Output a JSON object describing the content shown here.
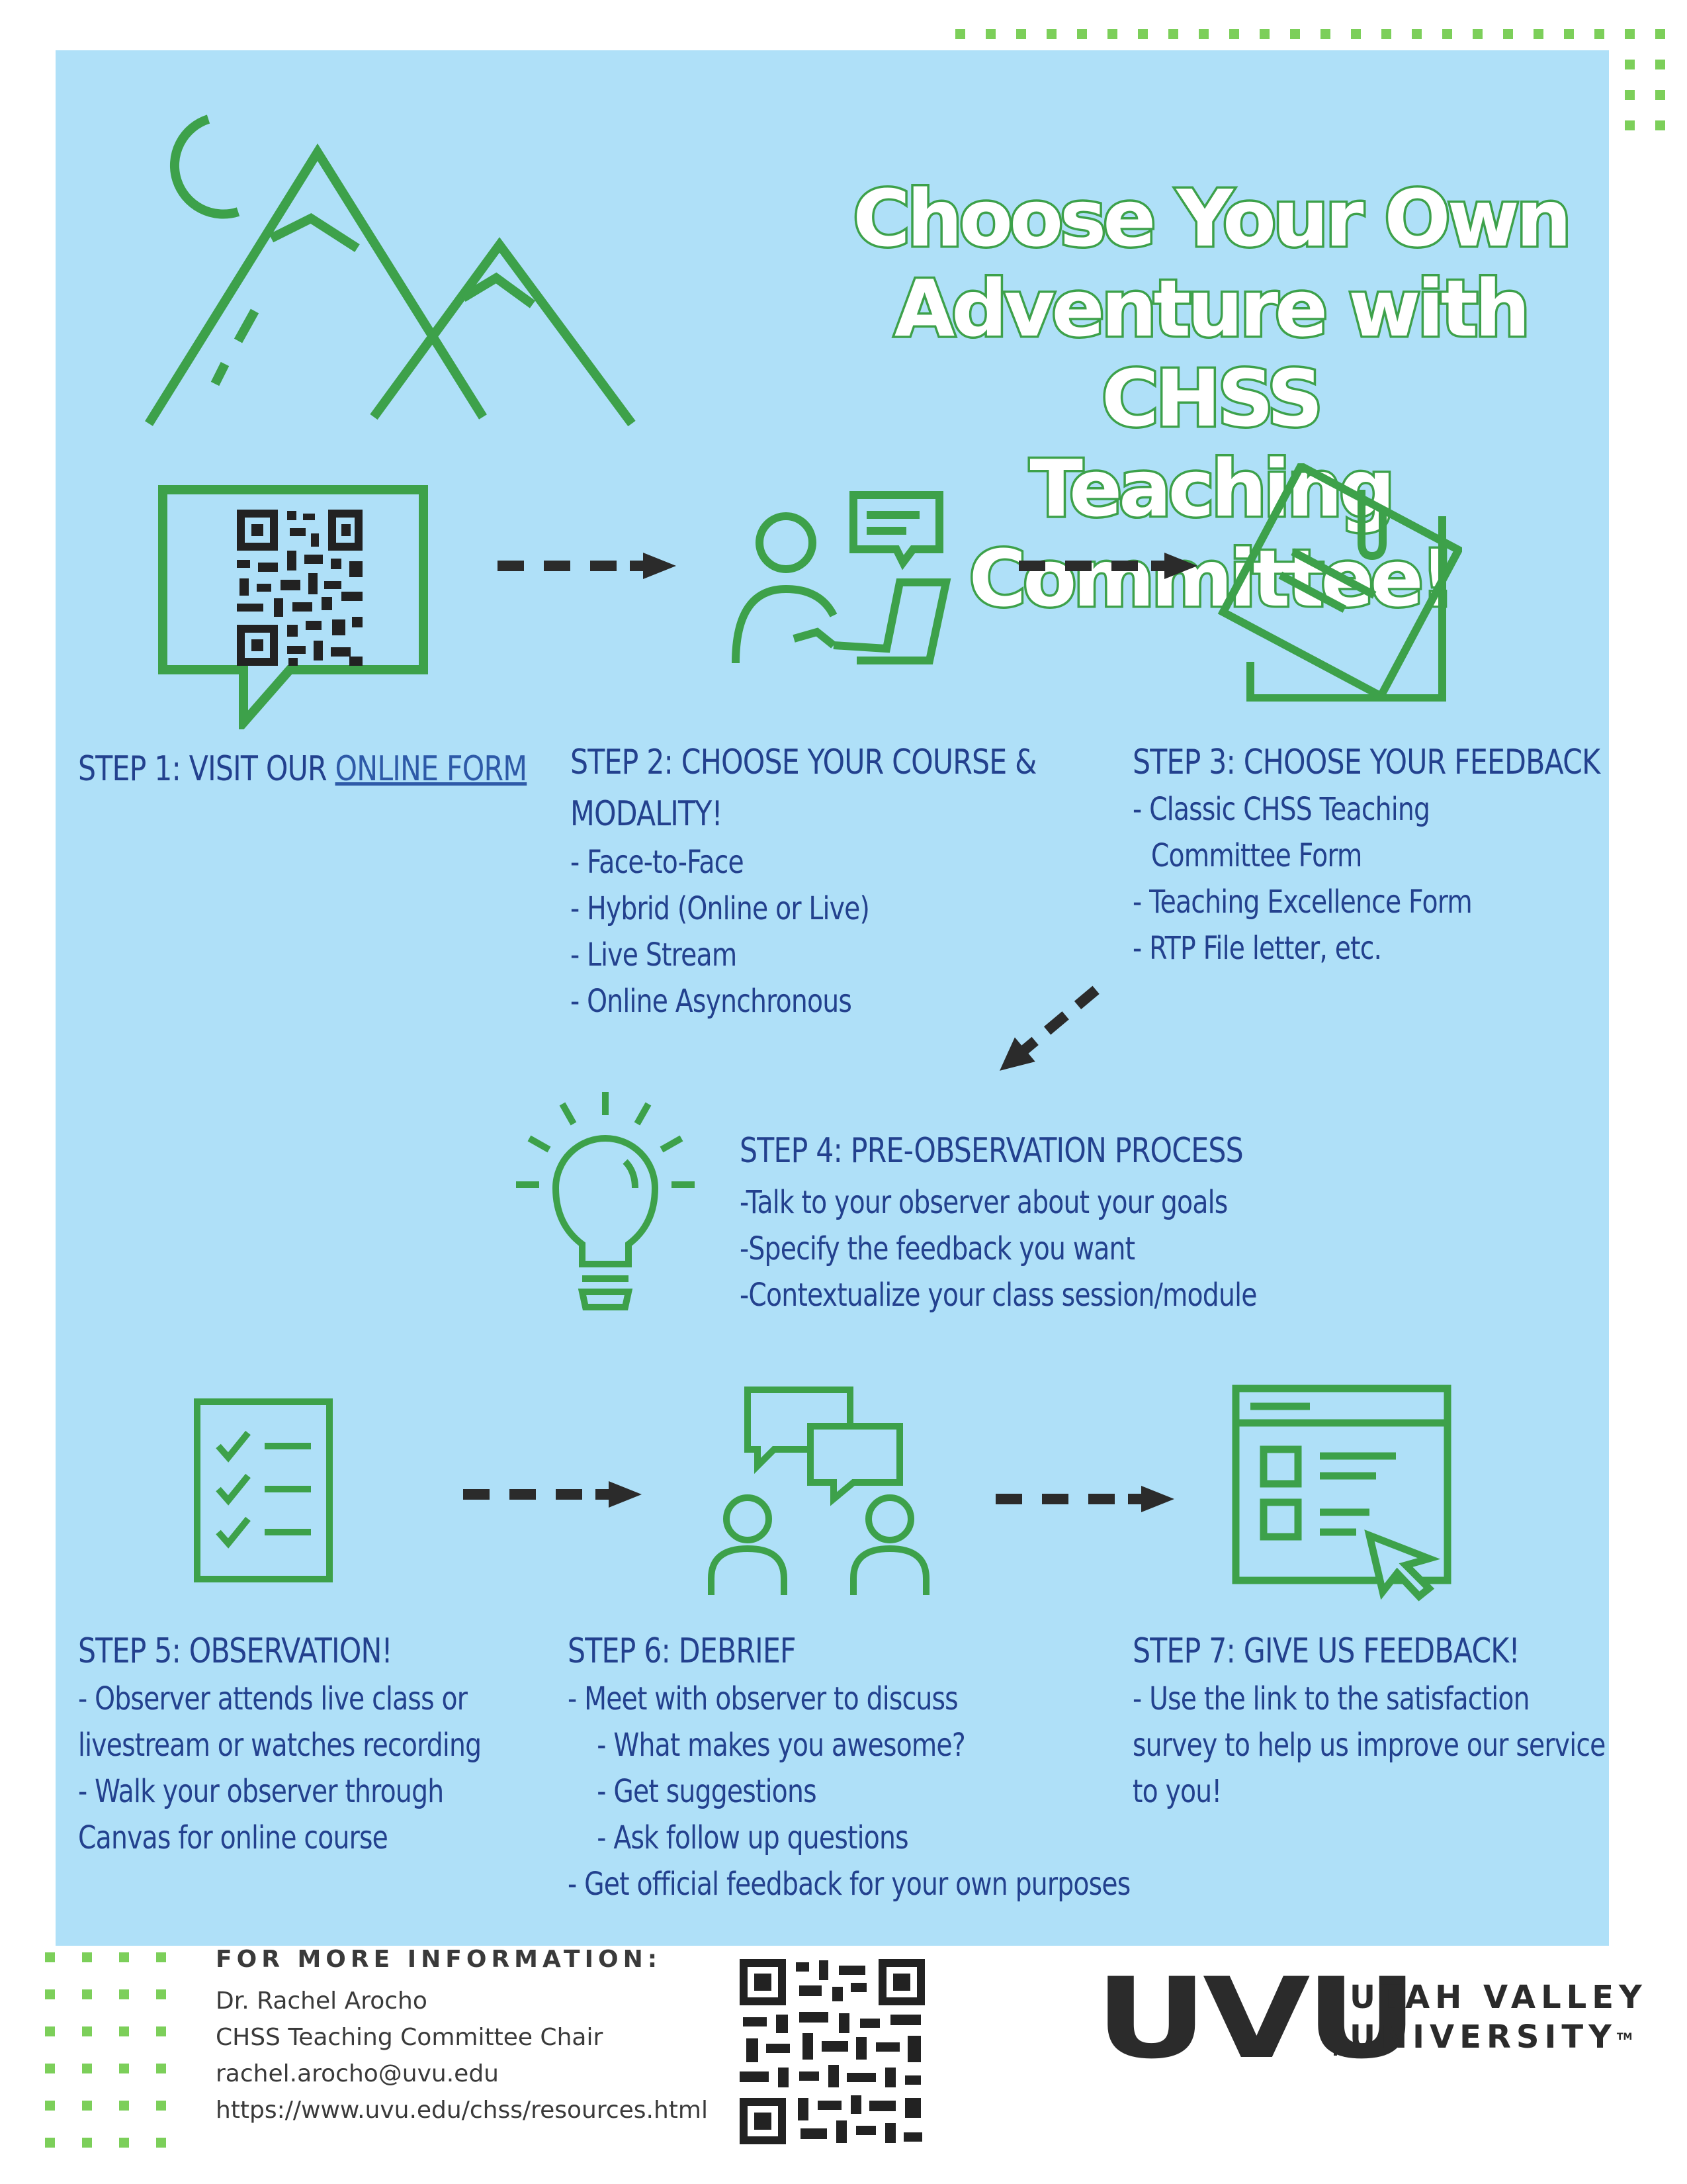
{
  "title_lines": [
    "Choose Your Own",
    "Adventure with CHSS",
    "Teaching Committee!"
  ],
  "colors": {
    "panel": "#afe0f8",
    "accent_green": "#3da14a",
    "dots_green": "#7ccf5a",
    "text_blue": "#23418e",
    "arrow": "#2b2b2b"
  },
  "steps": {
    "s1": {
      "head_prefix": "STEP 1: VISIT OUR ",
      "head_link": "ONLINE FORM",
      "icon": "qr-speech-bubble-icon"
    },
    "s2": {
      "head": [
        "STEP 2: CHOOSE YOUR COURSE &",
        "MODALITY!"
      ],
      "items": [
        "- Face-to-Face",
        "- Hybrid (Online or Live)",
        "- Live Stream",
        "- Online Asynchronous"
      ],
      "icon": "person-laptop-chat-icon"
    },
    "s3": {
      "head": "STEP 3: CHOOSE YOUR FEEDBACK",
      "items": [
        "- Classic CHSS Teaching",
        "Committee Form",
        "- Teaching Excellence Form",
        "- RTP File letter, etc."
      ],
      "icon": "clipped-note-icon"
    },
    "s4": {
      "head": "STEP 4: PRE-OBSERVATION PROCESS",
      "items": [
        "-Talk to your observer about your goals",
        "-Specify the feedback you want",
        "-Contextualize your class session/module"
      ],
      "icon": "lightbulb-icon"
    },
    "s5": {
      "head": "STEP 5: OBSERVATION!",
      "items": [
        "- Observer attends live class or",
        "livestream or watches recording",
        "- Walk your observer through",
        "Canvas for online course"
      ],
      "icon": "checklist-icon"
    },
    "s6": {
      "head": "STEP 6: DEBRIEF",
      "items": [
        "- Meet with observer to discuss",
        "- What makes you awesome?",
        "- Get suggestions",
        "- Ask follow up questions",
        "- Get official feedback for your own purposes"
      ],
      "icon": "two-people-chat-icon"
    },
    "s7": {
      "head": "STEP 7: GIVE US FEEDBACK!",
      "items": [
        "- Use the link to the satisfaction",
        "survey to help us improve our service",
        "to you!"
      ],
      "icon": "web-form-cursor-icon"
    }
  },
  "footer": {
    "label": "FOR MORE INFORMATION:",
    "lines": [
      "Dr. Rachel Arocho",
      "CHSS Teaching Committee Chair",
      "rachel.arocho@uvu.edu",
      "https://www.uvu.edu/chss/resources.html"
    ],
    "logo_mark": "UVU",
    "logo_name": [
      "UTAH VALLEY",
      "UNIVERSITY"
    ],
    "logo_tm": "TM"
  }
}
